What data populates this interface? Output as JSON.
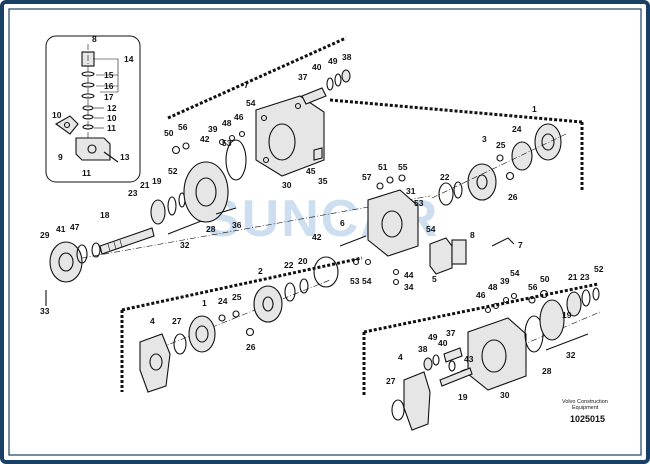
{
  "diagram": {
    "watermark": "SUNCAR",
    "caption_lines": [
      "Volvo Construction",
      "Equipment"
    ],
    "document_number": "1025015",
    "colors": {
      "border": "#1a3f66",
      "line": "#111111",
      "watermark": "#8fb8dd",
      "background": "#ffffff"
    },
    "callouts": {
      "c8": "8",
      "c14": "14",
      "c15": "15",
      "c16": "16",
      "c17": "17",
      "c12": "12",
      "c10a": "10",
      "c11a": "11",
      "c10b": "10",
      "c9": "9",
      "c11b": "11",
      "c13": "13",
      "c7a": "7",
      "c37a": "37",
      "c40a": "40",
      "c49a": "49",
      "c38a": "38",
      "c54a": "54",
      "c50a": "50",
      "c56a": "56",
      "c39a": "39",
      "c48a": "48",
      "c46a": "46",
      "c42a": "42",
      "c53a": "53",
      "c45a": "45",
      "c35": "35",
      "c30a": "30",
      "c36": "36",
      "c28a": "28",
      "c23a": "23",
      "c21a": "21",
      "c52a": "52",
      "c19a": "19",
      "c18": "18",
      "c32a": "32",
      "c29": "29",
      "c41": "41",
      "c47": "47",
      "c33": "33",
      "c57": "57",
      "c51": "51",
      "c55": "55",
      "c31": "31",
      "c53b": "53",
      "c6": "6",
      "c42b": "42",
      "c53c": "53",
      "c54b": "54",
      "c44": "44",
      "c34": "34",
      "c54c": "54",
      "c5": "5",
      "c8b": "8",
      "c7b": "7",
      "c22a": "22",
      "c3": "3",
      "c25a": "25",
      "c24a": "24",
      "c1a": "1",
      "c26a": "26",
      "c2": "2",
      "c22b": "22",
      "c20": "20",
      "c24b": "24",
      "c25b": "25",
      "c1b": "1",
      "c26b": "26",
      "c4a": "4",
      "c27a": "27",
      "c48b": "48",
      "c39b": "39",
      "c54d": "54",
      "c46b": "46",
      "c56b": "56",
      "c50b": "50",
      "c21b": "21",
      "c23b": "23",
      "c52b": "52",
      "c19b": "19",
      "c49b": "49",
      "c37b": "37",
      "c38b": "38",
      "c40b": "40",
      "c43": "43",
      "c4b": "4",
      "c28b": "28",
      "c32b": "32",
      "c27b": "27",
      "c19c": "19",
      "c30b": "30"
    }
  }
}
